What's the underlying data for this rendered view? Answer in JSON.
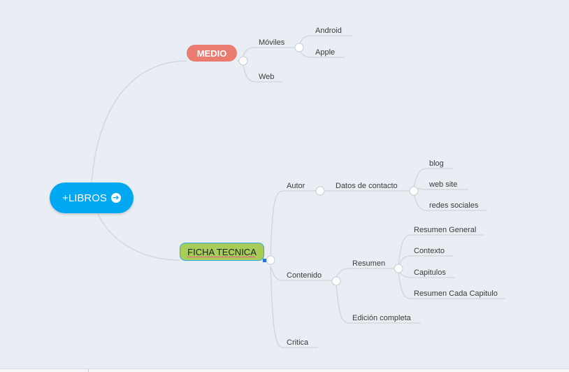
{
  "mindmap": {
    "root": {
      "label": "+LIBROS",
      "icon": "arrow-right-circle-icon",
      "color": "#00a8f2"
    },
    "medio": {
      "label": "MEDIO",
      "color": "#ea7b71",
      "moviles": "Móviles",
      "android": "Android",
      "apple": "Apple",
      "web": "Web"
    },
    "ficha": {
      "label": "FICHA TECNICA",
      "color": "#a7cc5a",
      "autor": "Autor",
      "datos_contacto": "Datos de contacto",
      "blog": "blog",
      "web_site": "web site",
      "redes_sociales": "redes sociales",
      "contenido": "Contenido",
      "resumen": "Resumen",
      "resumen_general": "Resumen General",
      "contexto": "Contexto",
      "capitulos": "Capitulos",
      "resumen_cada_capitulo": "Resumen Cada Capitulo",
      "edicion_completa": "Edición completa",
      "critica": "Critica"
    }
  }
}
